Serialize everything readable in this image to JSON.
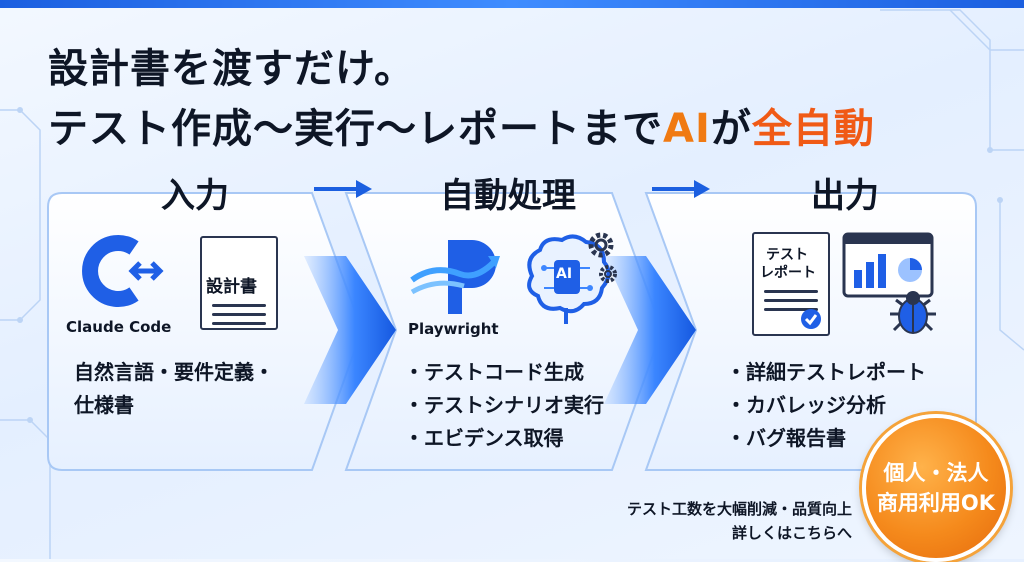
{
  "headline": {
    "line1": "設計書を渡すだけ。",
    "line2_prefix": "テスト作成〜実行〜レポートまで",
    "line2_ai": "AI",
    "line2_ga": "が",
    "line2_full": "全自動"
  },
  "sections": {
    "input": {
      "title": "入力",
      "logo_label": "Claude Code",
      "doc_label": "設計書",
      "desc_line1": "自然言語・要件定義・",
      "desc_line2": "仕様書"
    },
    "process": {
      "title": "自動処理",
      "logo_label": "Playwright",
      "ai_chip_label": "AI",
      "items": [
        "・テストコード生成",
        "・テストシナリオ実行",
        "・エビデンス取得"
      ]
    },
    "output": {
      "title": "出力",
      "report_doc_line1": "テスト",
      "report_doc_line2": "レポート",
      "items": [
        "・詳細テストレポート",
        "・カバレッジ分析",
        "・バグ報告書"
      ]
    }
  },
  "footer": {
    "line1": "テスト工数を大幅削減・品質向上",
    "line2": "詳しくはこちらへ"
  },
  "badge": {
    "line1": "個人・法人",
    "line2": "商用利用OK"
  },
  "colors": {
    "brand_blue": "#1b5fe0",
    "accent_orange": "#f07a12",
    "badge_orange": "#f58a1c"
  },
  "icons": [
    "claude-code-logo",
    "document-icon",
    "playwright-logo",
    "ai-brain-icon",
    "gear-icon",
    "report-document-icon",
    "chart-window-icon",
    "bug-icon",
    "arrow-right-icon"
  ]
}
